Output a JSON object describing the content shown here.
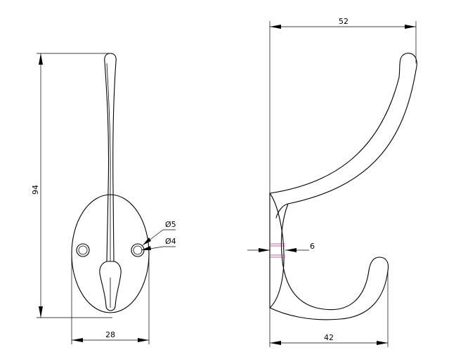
{
  "dimensions": {
    "front_height": "94",
    "front_width": "28",
    "hole_outer": "Ø5",
    "hole_inner": "Ø4",
    "side_total_depth": "52",
    "side_lower_depth": "42",
    "plate_thickness": "6"
  },
  "colors": {
    "line": "#000000",
    "thickness_marker": "#b0307a"
  }
}
